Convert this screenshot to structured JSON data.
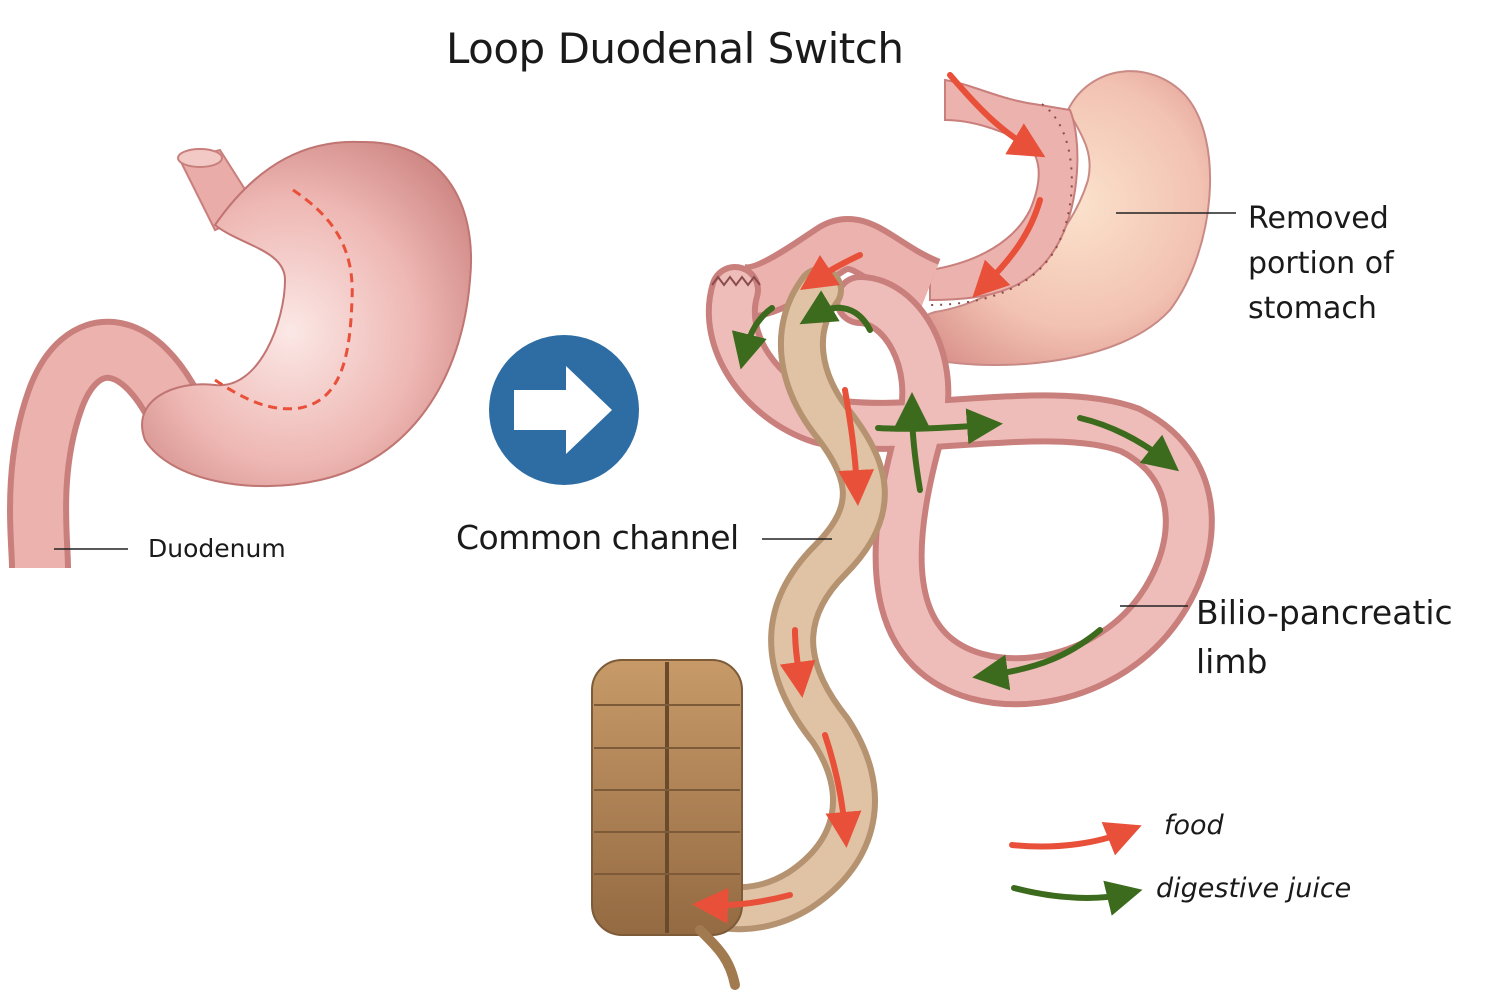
{
  "title": "Loop Duodenal Switch",
  "labels": {
    "duodenum": "Duodenum",
    "common_channel": "Common channel",
    "removed_portion": [
      "Removed",
      "portion of",
      "stomach"
    ],
    "bilio_limb": [
      "Bilio-pancreatic",
      "limb"
    ]
  },
  "legend": {
    "food": "food",
    "digestive_juice": "digestive juice"
  },
  "colors": {
    "food_arrow": "#e8503a",
    "juice_arrow": "#3d6b1e",
    "tissue": "#ebb0ad",
    "tissue_dark": "#c9807e",
    "channel": "#d9b898",
    "colon": "#b0855a",
    "next_arrow": "#2e6da4",
    "cut_line": "#e8503a"
  },
  "icons": [
    "right-arrow-icon"
  ]
}
